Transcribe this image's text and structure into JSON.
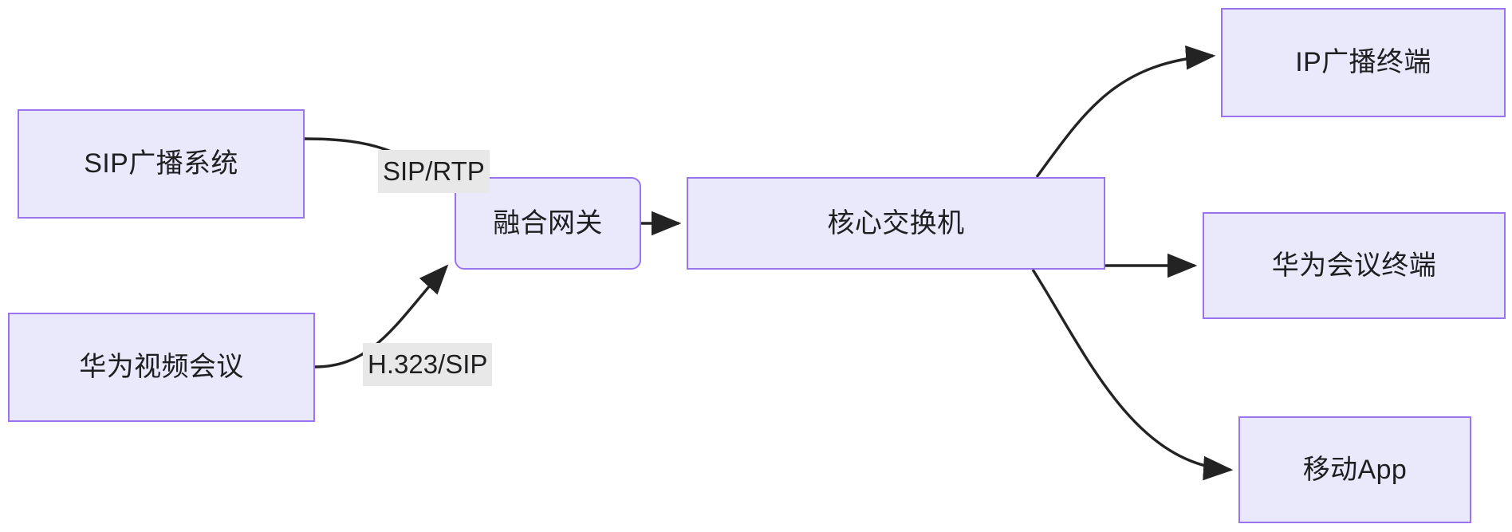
{
  "diagram": {
    "type": "flowchart",
    "direction": "left-to-right",
    "background": "#ffffff",
    "node_fill": "#eae8fb",
    "node_border": "#9a74ef",
    "edge_color": "#232323",
    "edge_label_background": "#e8e8e8",
    "text_color": "#1f1f22",
    "nodes": [
      {
        "id": "sip-broadcast",
        "label": "SIP广播系统",
        "shape": "rect"
      },
      {
        "id": "huawei-video",
        "label": "华为视频会议",
        "shape": "rect"
      },
      {
        "id": "gateway",
        "label": "融合网关",
        "shape": "rounded-rect"
      },
      {
        "id": "core-switch",
        "label": "核心交换机",
        "shape": "rect"
      },
      {
        "id": "ip-terminal",
        "label": "IP广播终端",
        "shape": "rect"
      },
      {
        "id": "huawei-terminal",
        "label": "华为会议终端",
        "shape": "rect"
      },
      {
        "id": "mobile-app",
        "label": "移动App",
        "shape": "rect"
      }
    ],
    "edges": [
      {
        "from": "sip-broadcast",
        "to": "gateway",
        "label": "SIP/RTP",
        "arrow": true
      },
      {
        "from": "huawei-video",
        "to": "gateway",
        "label": "H.323/SIP",
        "arrow": true
      },
      {
        "from": "gateway",
        "to": "core-switch",
        "label": "",
        "arrow": true
      },
      {
        "from": "core-switch",
        "to": "ip-terminal",
        "label": "",
        "arrow": true
      },
      {
        "from": "core-switch",
        "to": "huawei-terminal",
        "label": "",
        "arrow": true
      },
      {
        "from": "core-switch",
        "to": "mobile-app",
        "label": "",
        "arrow": true
      }
    ]
  }
}
